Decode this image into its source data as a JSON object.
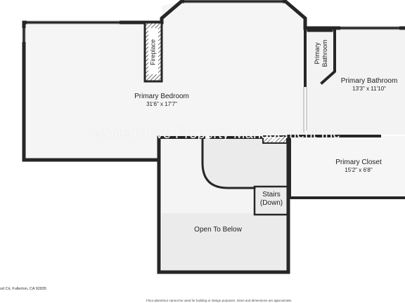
{
  "rooms": {
    "primary_bedroom": {
      "name": "Primary Bedroom",
      "dims": "31'6\" x 17'7\""
    },
    "primary_bathroom": {
      "name": "Primary Bathroom",
      "dims": "13'3\" x 11'10\""
    },
    "primary_closet": {
      "name": "Primary Closet",
      "dims": "15'2\" x 6'8\""
    },
    "open_to_below": {
      "name": "Open To Below"
    },
    "stairs": {
      "line1": "Stairs",
      "line2": "(Down)"
    },
    "fireplace": {
      "name": "Fireplace"
    },
    "primary_bathroom_alcove": {
      "line1": "Primary",
      "line2": "Bathroom"
    }
  },
  "watermark": "White Glove Property Management Inc",
  "footer": {
    "address": "od Cir, Fullerton, CA 92835",
    "disclaimer": "Floor plans/tour cannot be used for building or design purposes. Sizes and dimensions are approximate."
  },
  "colors": {
    "wall": "#262626",
    "floor_light": "#f4f4f4",
    "floor_shaded": "#ececec",
    "window": "#b9b9b9"
  }
}
